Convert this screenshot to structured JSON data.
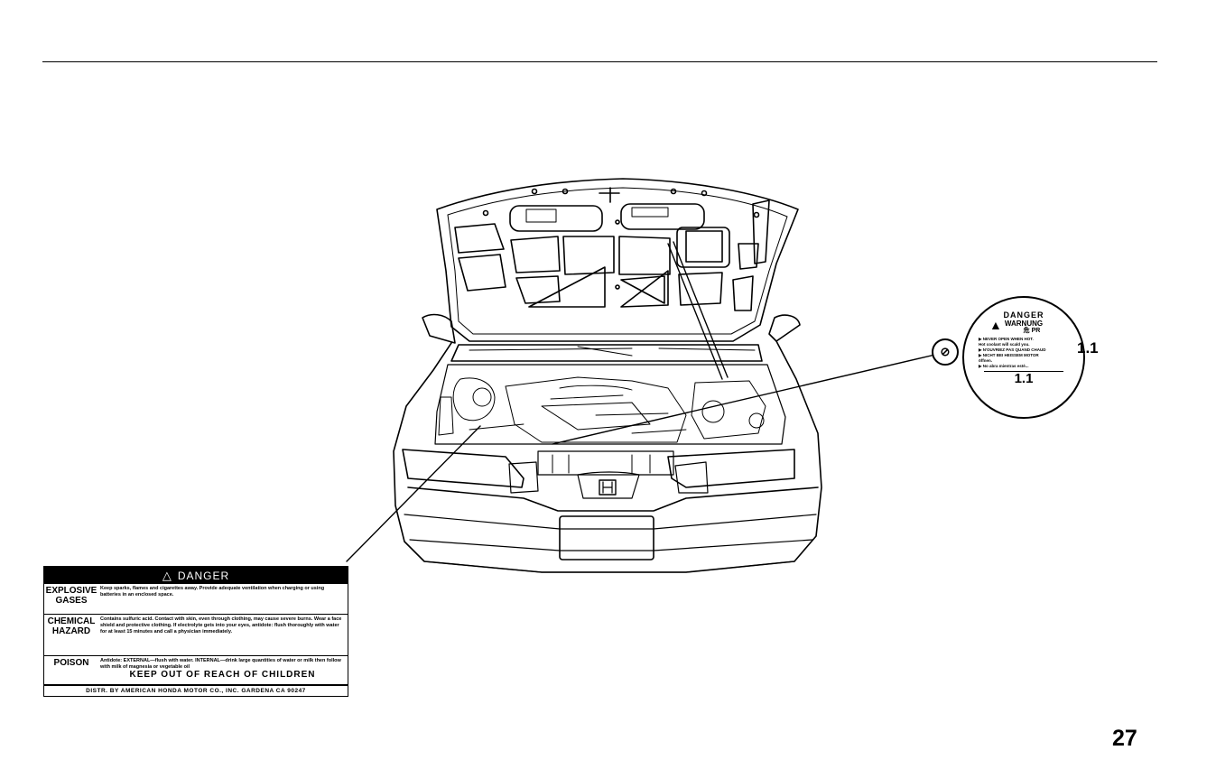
{
  "page": {
    "number": "27"
  },
  "battery_label": {
    "header": "DANGER",
    "rows": [
      {
        "key_line1": "EXPLOSIVE",
        "key_line2": "GASES",
        "text": "Keep sparks, flames and cigarettes away. Provide adequate ventilation when charging or using batteries in an enclosed space."
      },
      {
        "key_line1": "CHEMICAL",
        "key_line2": "HAZARD",
        "text": "Contains sulfuric acid. Contact with skin, even through clothing, may cause severe burns. Wear a face shield and protective clothing. If electrolyte gets into your eyes, antidote: flush thoroughly with water for at least 15 minutes and call a physician immediately."
      },
      {
        "key_line1": "POISON",
        "key_line2": "",
        "text": "Antidote: EXTERNAL—flush with water. INTERNAL—drink large quantities of water or milk then follow with milk of magnesia or vegetable oil"
      }
    ],
    "keep_out": "KEEP OUT OF REACH OF CHILDREN",
    "footer": "DISTR. BY  AMERICAN HONDA MOTOR CO., INC.  GARDENA  CA 90247"
  },
  "radiator_cap": {
    "title": "DANGER",
    "subtitle": "WARNUNG",
    "sub2": "危   PR",
    "lines": [
      "▶ NEVER OPEN WHEN HOT.",
      "Hot coolant will scald you.",
      "▶ N'OUVRIEZ PAS QUAND CHAUD",
      "▶ NICHT BEI HEISSEM MOTOR",
      "öffnen.",
      "▶ No abra mientras esté..."
    ],
    "value": "1.1",
    "side_value": "1.1"
  }
}
